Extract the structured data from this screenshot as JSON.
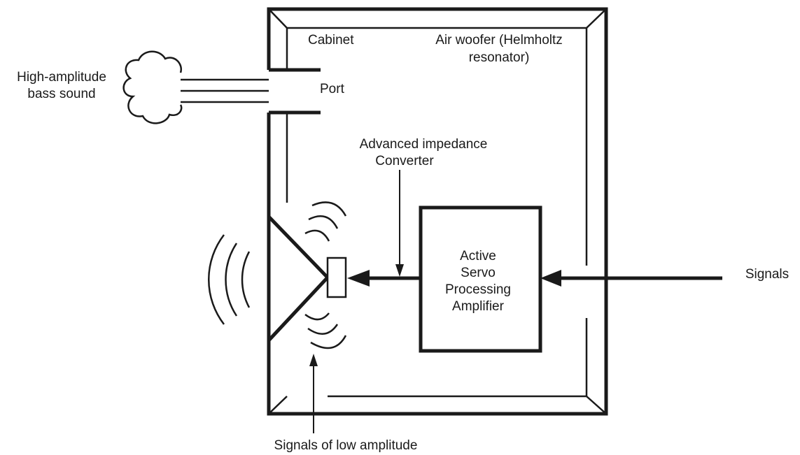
{
  "labels": {
    "bass_sound_line1": "High-amplitude",
    "bass_sound_line2": "bass sound",
    "cabinet": "Cabinet",
    "air_woofer_line1": "Air woofer (Helmholtz",
    "air_woofer_line2": "resonator)",
    "port": "Port",
    "converter_line1": "Advanced impedance",
    "converter_line2": "Converter",
    "amp_line1": "Active",
    "amp_line2": "Servo",
    "amp_line3": "Processing",
    "amp_line4": "Amplifier",
    "signals": "Signals",
    "low_amplitude": "Signals of low amplitude"
  }
}
